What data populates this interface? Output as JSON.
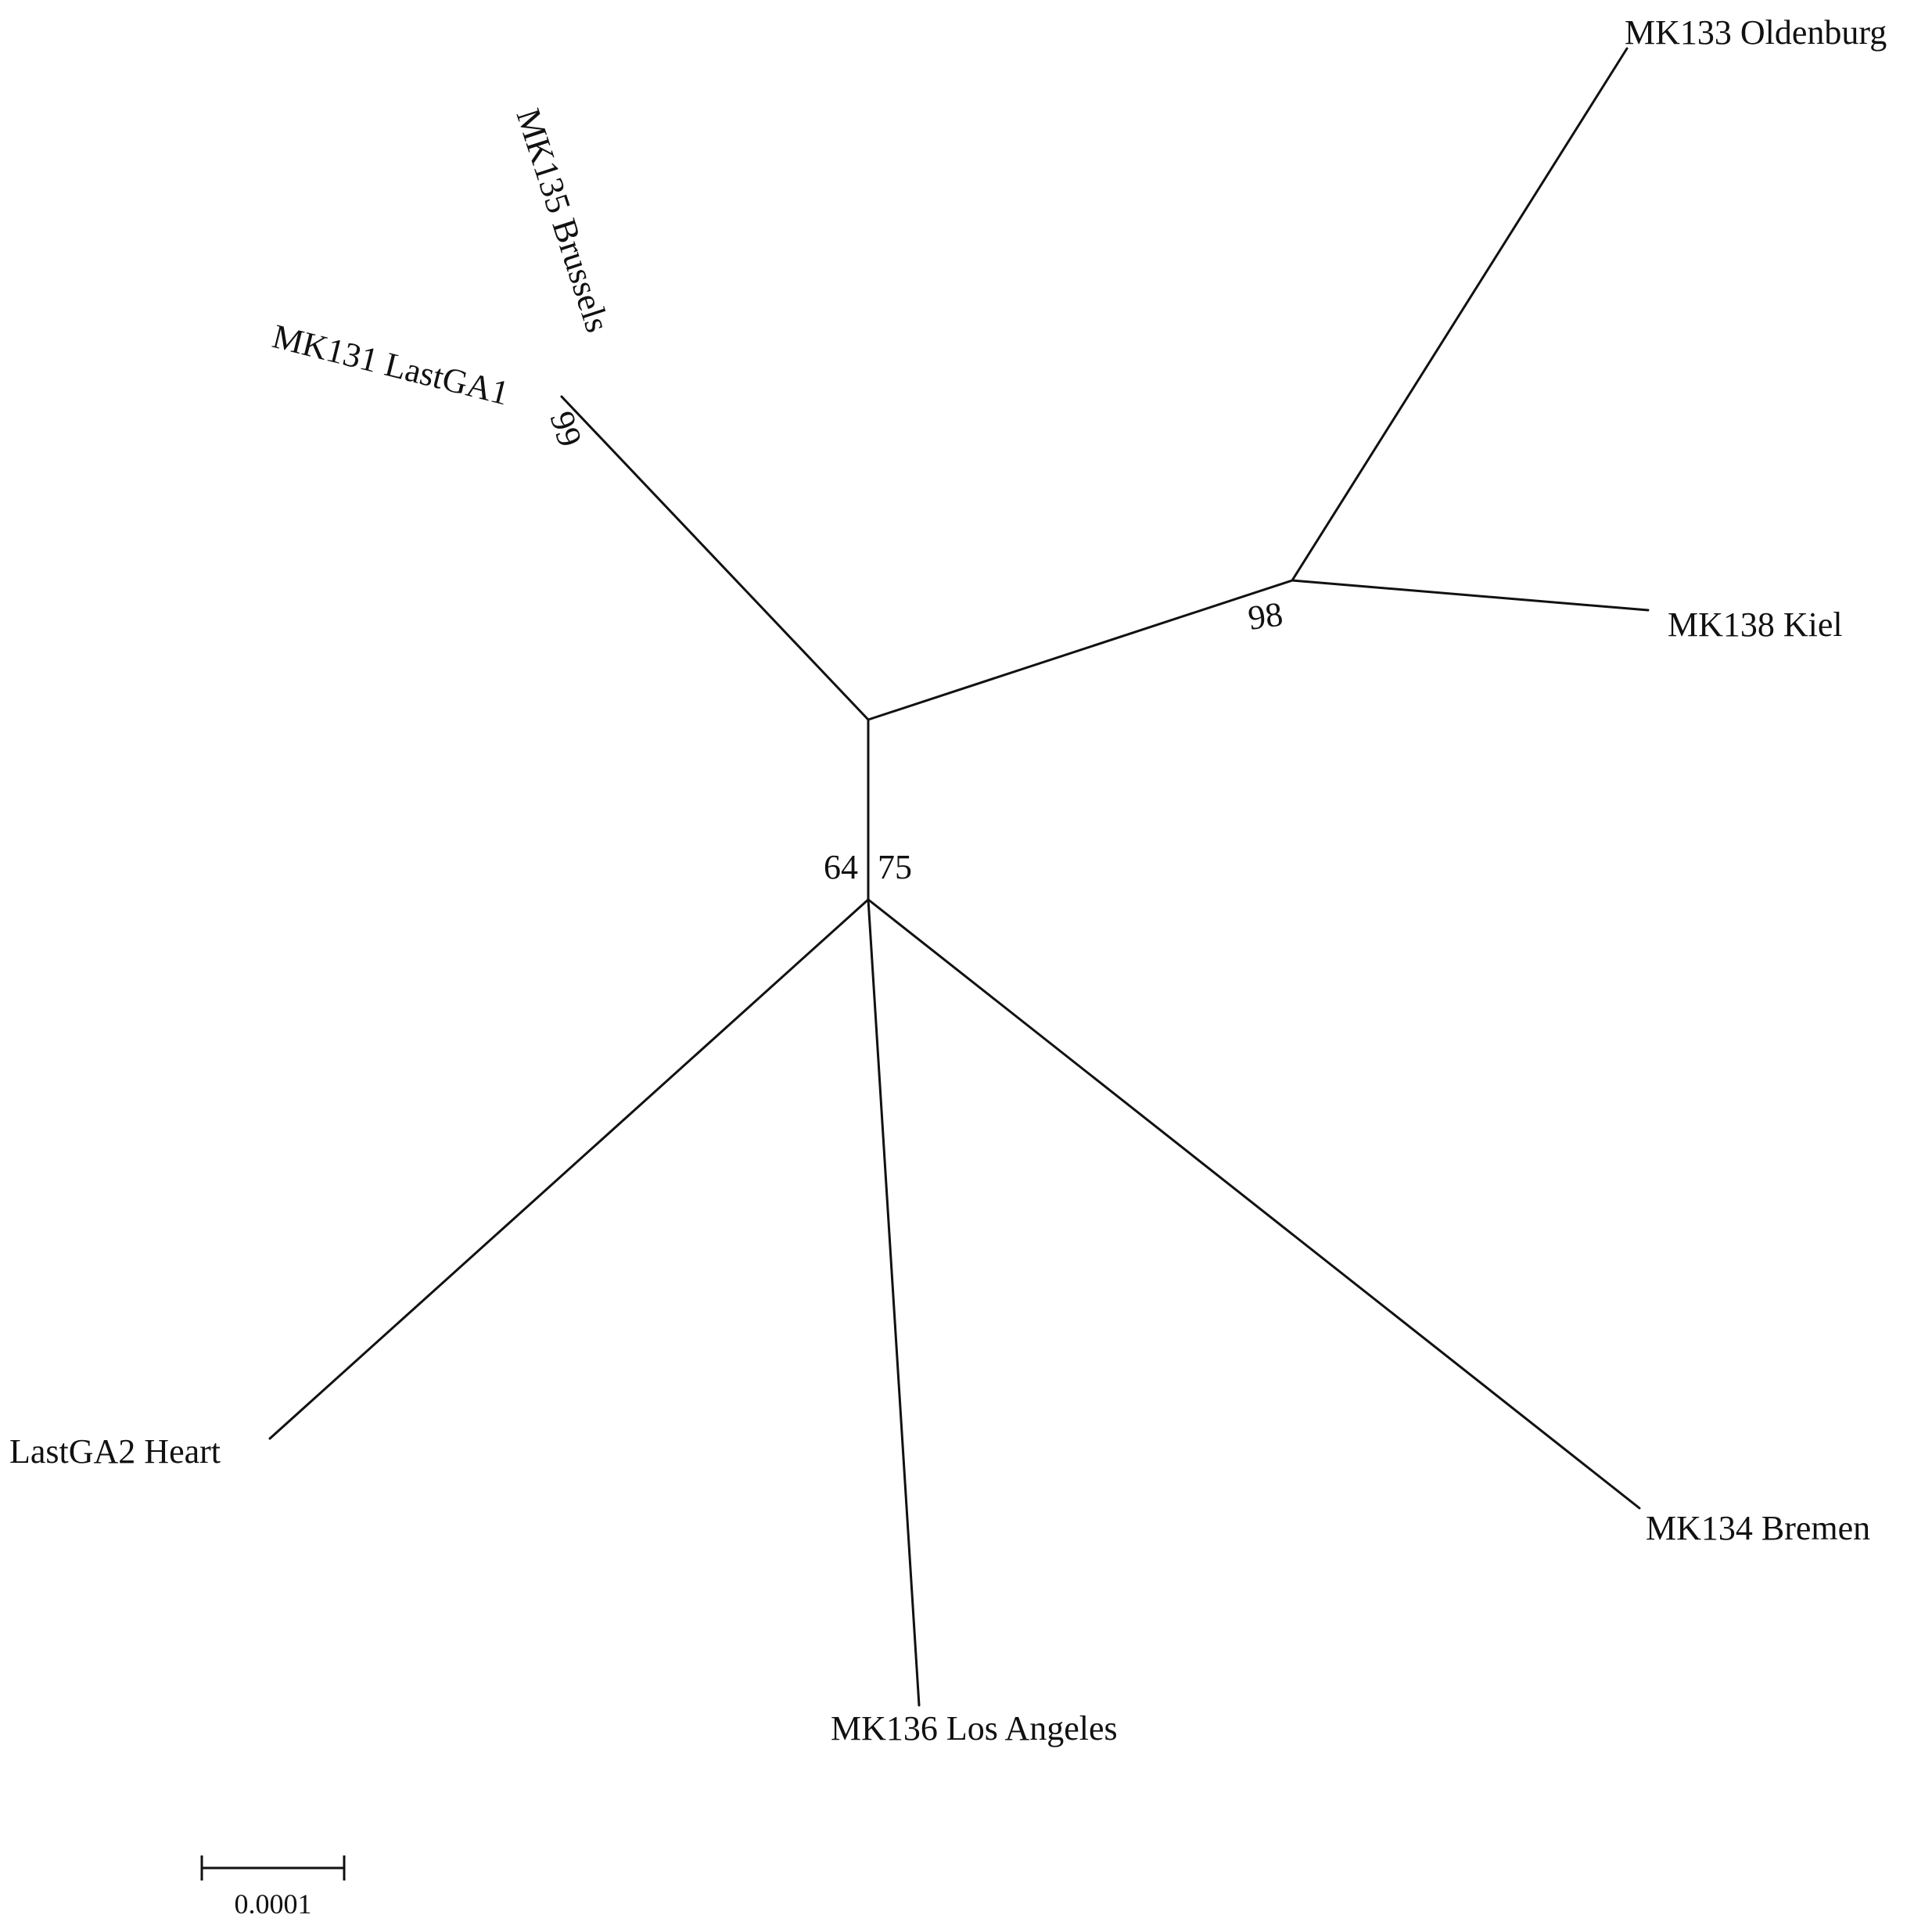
{
  "colors": {
    "line": "#111111",
    "background": "#ffffff"
  },
  "taxa": {
    "mk133": "MK133 Oldenburg",
    "mk138": "MK138 Kiel",
    "mk135": "MK135 Brussels",
    "mk131": "MK131 LastGA1",
    "lastga2": "LastGA2 Heart",
    "mk136": "MK136 Los Angeles",
    "mk134": "MK134 Bremen"
  },
  "bootstrap": {
    "node_brussels_lastga1": "99",
    "node_oldenburg_kiel": "98",
    "node_center_left": "64",
    "node_center_right": "75"
  },
  "scale_bar": {
    "label": "0.0001"
  }
}
